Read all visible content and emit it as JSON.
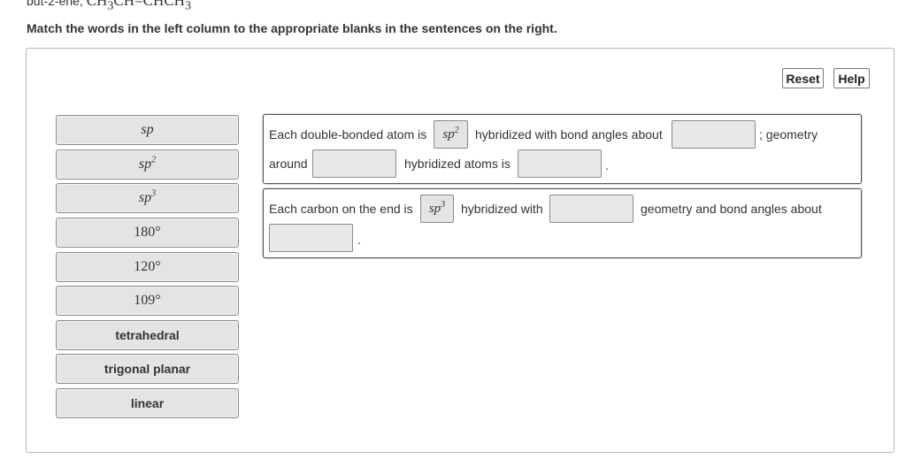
{
  "header": {
    "compound_prefix": "but-2-ene,",
    "formula_parts": [
      "CH",
      "3",
      "CH=CHCH",
      "3"
    ]
  },
  "instruction": "Match the words in the left column to the appropriate blanks in the sentences on the right.",
  "toolbar": {
    "reset_label": "Reset",
    "help_label": "Help"
  },
  "word_bank": [
    {
      "base": "sp",
      "sup": ""
    },
    {
      "base": "sp",
      "sup": "2"
    },
    {
      "base": "sp",
      "sup": "3"
    },
    {
      "base": "180°",
      "sup": ""
    },
    {
      "base": "120°",
      "sup": ""
    },
    {
      "base": "109°",
      "sup": ""
    },
    {
      "base": "tetrahedral",
      "sup": ""
    },
    {
      "base": "trigonal planar",
      "sup": ""
    },
    {
      "base": "linear",
      "sup": ""
    }
  ],
  "sentence1": {
    "part1": "Each double-bonded atom is",
    "filled_base": "sp",
    "filled_sup": "2",
    "part2": "hybridized with bond angles about",
    "part3": "; geometry",
    "part4": "around",
    "part5": "hybridized atoms is",
    "part6": "."
  },
  "sentence2": {
    "part1": "Each carbon on the end is",
    "filled_base": "sp",
    "filled_sup": "3",
    "part2": "hybridized with",
    "part3": "geometry and bond angles about",
    "part4": "."
  }
}
